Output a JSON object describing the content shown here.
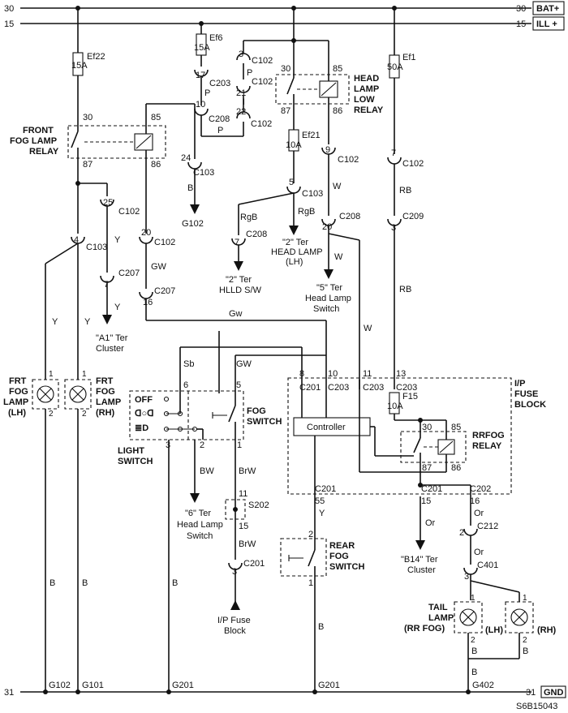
{
  "rails": {
    "top_left": "30",
    "top_right": "30",
    "top_tag": "BAT+",
    "second_left": "15",
    "second_right": "15",
    "second_tag": "ILL +",
    "bottom_left": "31",
    "bottom_right": "31",
    "bottom_tag": "GND"
  },
  "fuses": {
    "ef22": {
      "name": "Ef22",
      "rating": "15A"
    },
    "ef6": {
      "name": "Ef6",
      "rating": "15A"
    },
    "ef1": {
      "name": "Ef1",
      "rating": "50A"
    },
    "ef21": {
      "name": "Ef21",
      "rating": "10A"
    },
    "f15": {
      "name": "F15",
      "rating": "10A"
    }
  },
  "relays": {
    "front_fog": {
      "label": [
        "FRONT",
        "FOG LAMP",
        "RELAY"
      ],
      "pins": [
        "30",
        "85",
        "87",
        "86"
      ]
    },
    "head_low": {
      "label": [
        "HEAD",
        "LAMP",
        "LOW",
        "RELAY"
      ],
      "pins": [
        "30",
        "85",
        "87",
        "86"
      ]
    },
    "rrfog": {
      "label": [
        "RRFOG",
        "RELAY"
      ],
      "pins": [
        "30",
        "85",
        "87",
        "86"
      ]
    }
  },
  "connectors": {
    "c102_3": {
      "pin": "3",
      "name": "C102"
    },
    "c102_21": {
      "pin": "21",
      "name": "C102"
    },
    "c102_22": {
      "pin": "22",
      "name": "C102"
    },
    "c203_17": {
      "pin": "17",
      "name": "C203"
    },
    "c208_10": {
      "pin": "10",
      "name": "C208"
    },
    "c103_24": {
      "pin": "24",
      "name": "C103"
    },
    "c102_25": {
      "pin": "25",
      "name": "C102"
    },
    "c103_4": {
      "pin": "4",
      "name": "C103"
    },
    "c102_20": {
      "pin": "20",
      "name": "C102"
    },
    "c207_7": {
      "pin": "7",
      "name": "C207"
    },
    "c207_16": {
      "pin": "16",
      "name": "C207"
    },
    "c103_5": {
      "pin": "5",
      "name": "C103"
    },
    "c208_7": {
      "pin": "7",
      "name": "C208"
    },
    "c102_9": {
      "pin": "9",
      "name": "C102"
    },
    "c208_20": {
      "pin": "20",
      "name": "C208"
    },
    "c102_7": {
      "pin": "7",
      "name": "C102"
    },
    "c209_3": {
      "pin": "3",
      "name": "C209"
    },
    "s202": {
      "pin_top": "11",
      "pin_bottom": "15",
      "name": "S202"
    },
    "c201_3": {
      "pin": "3",
      "name": "C201"
    },
    "c212_2": {
      "pin": "2",
      "name": "C212"
    },
    "c401_3": {
      "pin": "3",
      "name": "C401"
    }
  },
  "wire_colors": {
    "p": "P",
    "b": "B",
    "y": "Y",
    "gw": "GW",
    "gw_lower": "Gw",
    "sb": "Sb",
    "rgb": "RgB",
    "w": "W",
    "rb": "RB",
    "bw": "BW",
    "brw": "BrW",
    "or": "Or"
  },
  "components": {
    "frt_fog_lh": [
      "FRT",
      "FOG",
      "LAMP",
      "(LH)"
    ],
    "frt_fog_rh": [
      "FRT",
      "FOG",
      "LAMP",
      "(RH)"
    ],
    "fog_switch": [
      "FOG",
      "SWITCH"
    ],
    "light_switch": [
      "LIGHT",
      "SWITCH"
    ],
    "light_positions": [
      "OFF"
    ],
    "ip_fuse_block": [
      "I/P",
      "FUSE",
      "BLOCK"
    ],
    "controller": "Controller",
    "rear_fog_switch": [
      "REAR",
      "FOG",
      "SWITCH"
    ],
    "tail_lamp": [
      "TAIL",
      "LAMP",
      "(RR FOG)"
    ],
    "tail_lh": "(LH)",
    "tail_rh": "(RH)"
  },
  "destinations": {
    "g102_arrow": "G102",
    "hlld": [
      "\"2\" Ter",
      "HLLD S/W"
    ],
    "head_lamp_lh": [
      "\"2\" Ter",
      "HEAD LAMP",
      "(LH)"
    ],
    "head_lamp_switch_5": [
      "\"5\" Ter",
      "Head Lamp",
      "Switch"
    ],
    "a1_cluster": [
      "\"A1\" Ter",
      "Cluster"
    ],
    "head_lamp_switch_6": [
      "\"6\" Ter",
      "Head Lamp",
      "Switch"
    ],
    "ip_fuse_block_dest": [
      "I/P Fuse",
      "Block"
    ],
    "b14_cluster": [
      "\"B14\" Ter",
      "Cluster"
    ]
  },
  "block_pins": {
    "c201_8": "8",
    "c201_label": "C201",
    "c203_10": "10",
    "c203_label": "C203",
    "c203_11": "11",
    "c203_11_label": "C203",
    "c203_13": "13",
    "c203_13_label": "C203",
    "c201_55": "55",
    "c201_55_label": "C201",
    "c201_15": "15",
    "c201_15_label": "C201",
    "c202_16": "16",
    "c202_16_label": "C202"
  },
  "grounds": {
    "g102": "G102",
    "g101": "G101",
    "g201a": "G201",
    "g201b": "G201",
    "g402": "G402"
  },
  "figure_id": "S6B15043"
}
